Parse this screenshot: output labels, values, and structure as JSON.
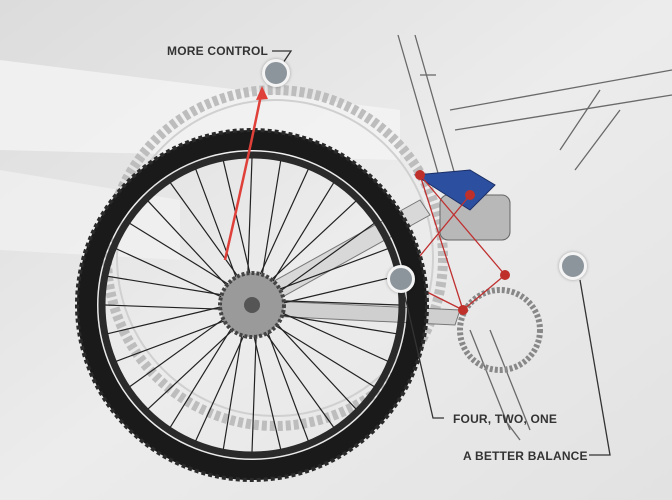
{
  "callouts": [
    {
      "label": "MORE CONTROL"
    },
    {
      "label": "FOUR, TWO, ONE"
    },
    {
      "label": "A BETTER BALANCE"
    }
  ],
  "colors": {
    "arrow": "#e0403a",
    "linkage": "#2c4fa0",
    "hotspot": "#8d959c",
    "pivot": "#c0302a"
  }
}
